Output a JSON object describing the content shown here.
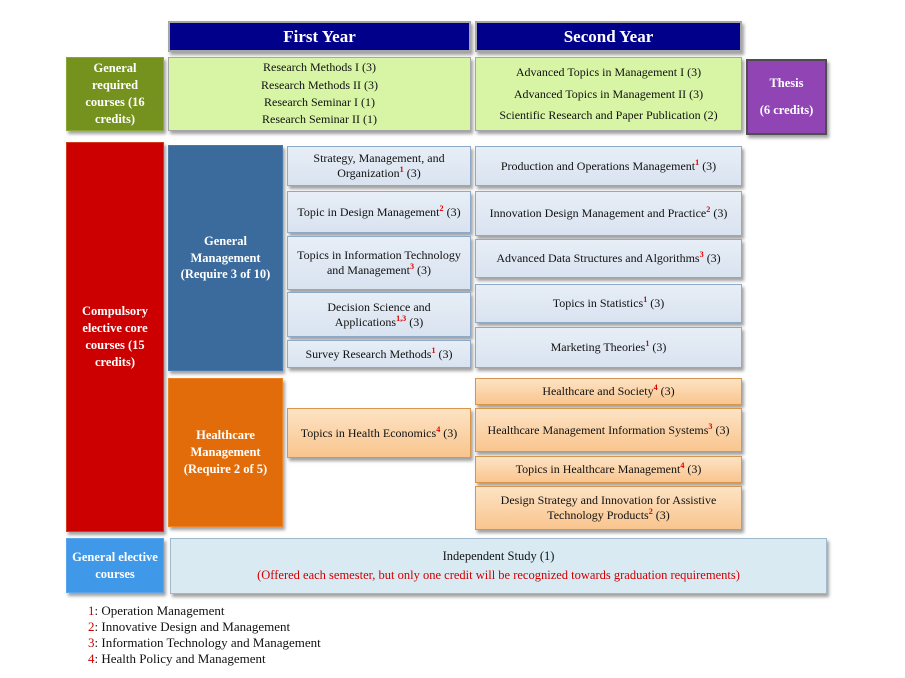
{
  "headers": {
    "first_year": "First Year",
    "second_year": "Second Year"
  },
  "row_labels": {
    "general_required": "General required courses (16 credits)",
    "compulsory": "Compulsory elective core courses (15 credits)",
    "general_elective": "General elective courses"
  },
  "thesis": {
    "title": "Thesis",
    "credits": "(6 credits)"
  },
  "general_required": {
    "first_year": [
      "Research Methods I (3)",
      "Research Methods II (3)",
      "Research Seminar I (1)",
      "Research Seminar II (1)"
    ],
    "second_year": [
      "Advanced Topics in Management I (3)",
      "Advanced Topics in Management II (3)",
      "Scientific Research and Paper Publication (2)"
    ]
  },
  "general_management": {
    "name": "General Management",
    "requirement": "(Require 3 of 10)",
    "first_year": [
      {
        "title": "Strategy, Management, and Organization",
        "sup": "1",
        "credits": "(3)"
      },
      {
        "title": "Topic in Design Management",
        "sup": "2",
        "credits": "(3)"
      },
      {
        "title": "Topics in Information Technology and Management",
        "sup": "3",
        "credits": "(3)"
      },
      {
        "title": "Decision Science and Applications",
        "sup": "1,3",
        "credits": "(3)"
      },
      {
        "title": "Survey Research Methods",
        "sup": "1",
        "credits": "(3)"
      }
    ],
    "second_year": [
      {
        "title": "Production and Operations Management",
        "sup": "1",
        "credits": "(3)"
      },
      {
        "title": "Innovation Design Management and Practice",
        "sup": "2",
        "credits": "(3)"
      },
      {
        "title": "Advanced Data Structures and Algorithms",
        "sup": "3",
        "credits": "(3)"
      },
      {
        "title": "Topics in Statistics",
        "sup": "1",
        "credits": "(3)"
      },
      {
        "title": "Marketing Theories",
        "sup": "1",
        "credits": "(3)"
      }
    ]
  },
  "healthcare_management": {
    "name": "Healthcare Management",
    "requirement": "(Require 2 of 5)",
    "first_year": [
      {
        "title": "Topics in Health Economics",
        "sup": "4",
        "credits": "(3)"
      }
    ],
    "second_year": [
      {
        "title": "Healthcare and Society",
        "sup": "4",
        "credits": "(3)"
      },
      {
        "title": "Healthcare Management Information Systems",
        "sup": "3",
        "credits": "(3)"
      },
      {
        "title": "Topics in Healthcare Management",
        "sup": "4",
        "credits": "(3)"
      },
      {
        "title": "Design Strategy and Innovation for Assistive Technology Products",
        "sup": "2",
        "credits": "(3)"
      }
    ]
  },
  "general_elective": {
    "course": "Independent Study (1)",
    "note": "(Offered each semester, but only one credit will be recognized towards graduation requirements)"
  },
  "footnotes": [
    {
      "num": "1",
      "text": ": Operation Management"
    },
    {
      "num": "2",
      "text": ": Innovative Design and Management"
    },
    {
      "num": "3",
      "text": ": Information Technology and Management"
    },
    {
      "num": "4",
      "text": ": Health Policy and Management"
    }
  ],
  "colors": {
    "header_navy": "#00008B",
    "olive_green": "#75921E",
    "light_green": "#D7F5A5",
    "red": "#CC0000",
    "steel_blue": "#3A6B9C",
    "light_blue_course": "#DCE6F1",
    "orange": "#E36C0A",
    "light_orange_course": "#FBD0A4",
    "purple": "#9144B4",
    "bright_blue": "#3F98E8",
    "ind_study_bg": "#DAEAF3",
    "footnote_red": "#CC0000"
  }
}
